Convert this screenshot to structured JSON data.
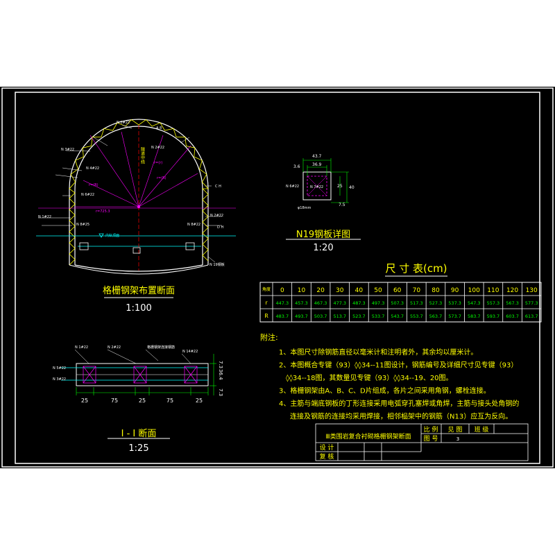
{
  "colors": {
    "background": "#000000",
    "frame": "#ffffff",
    "text_yellow": "#ffff00",
    "text_green": "#00ff00",
    "line_cyan": "#00ffff",
    "line_magenta": "#ff00ff",
    "line_red": "#ff0000",
    "line_blue": "#4040ff"
  },
  "tunnel_section": {
    "title": "格栅钢架布置断面",
    "scale": "1:100",
    "labels": {
      "top": "N 1#22",
      "ang_a": "A 8",
      "left_top": "N 3#22",
      "right_top": "N 2#22",
      "left_mid1": "N 4#22",
      "left_mid2": "N 6#22",
      "left_low": "N 1#22",
      "left_low2": "N 8#25",
      "right_low1": "N 2#22",
      "right_low2": "N 8#22",
      "right_low3": "D H",
      "rad1": "r=725.3",
      "rad2": "r=(R)",
      "rad3": "r=(r)",
      "rad4": "r=(R)",
      "center_v": "隧道中线",
      "floor": "内轨顶面",
      "bottom_right": "N 19钢板",
      "right_c": "C H"
    }
  },
  "plate_detail": {
    "title": "N19钢板详图",
    "scale": "1:20",
    "dim_top1": "43.7",
    "dim_top2": "36.9",
    "dim_left": "3.6",
    "dim_right1": "25",
    "dim_right2": "40",
    "dim_bottom": "7.5",
    "label_in": "N 7#22",
    "label_left": "N 6#22",
    "label_bottom": "φ18mm"
  },
  "size_table": {
    "title": "尺 寸 表(cm)",
    "header_cell": "角度",
    "columns": [
      "0",
      "10",
      "20",
      "30",
      "40",
      "50",
      "60",
      "70",
      "80",
      "90",
      "100",
      "110",
      "120",
      "130"
    ],
    "rows": [
      {
        "label": "r",
        "values": [
          "447.3",
          "457.3",
          "467.3",
          "477.3",
          "487.3",
          "497.3",
          "507.3",
          "517.3",
          "527.3",
          "537.3",
          "547.3",
          "557.3",
          "567.3",
          "577.3"
        ]
      },
      {
        "label": "R",
        "values": [
          "483.7",
          "493.7",
          "503.7",
          "513.7",
          "523.7",
          "533.7",
          "543.7",
          "553.7",
          "563.7",
          "573.7",
          "583.7",
          "593.7",
          "603.7",
          "613.7"
        ]
      }
    ]
  },
  "notes": {
    "heading": "附注:",
    "lines": [
      "1、本图尺寸除钢筋直径以毫米计和注明者外，其余均以厘米计。",
      "2、本图概合专键（93）◊◊34--11图设计，钢筋编号及详细尺寸见专键（93）",
      "◊◊34--18图，其数量见专键（93）◊◊34--19、20图。",
      "3、格栅钢架由A、B、C、D片组成，各片之间采用角钢，螺栓连接。",
      "4、主筋与端底钢板的丁形连接采用电弧穿孔塞焊或角焊，主筋与接头处角钢的",
      "连接及钢筋的连接均采用焊接，相邻榀架中的钢筋（N13）应互为反向。"
    ]
  },
  "section_ii": {
    "title": "I - I 断面",
    "scale": "1:25",
    "labels": [
      "N 1#22",
      "N 2#22",
      "格栅钢架连接钢筋",
      "N 14#22",
      "N 5#22",
      "N 3#22"
    ],
    "dims_bottom": [
      "25",
      "75",
      "25",
      "75",
      "25"
    ],
    "dim_right_total": "36.4",
    "dim_right_top": "7.3",
    "dim_right_bottom": "7.3"
  },
  "title_block": {
    "drawing_title": "Ⅲ类围岩复合衬砌格栅钢架断面",
    "h1": "比 例",
    "h2": "见 图",
    "h3": "班 级",
    "h4": "图 号",
    "drawing_no": "3",
    "r1": "设 计",
    "r2": "复 核"
  }
}
